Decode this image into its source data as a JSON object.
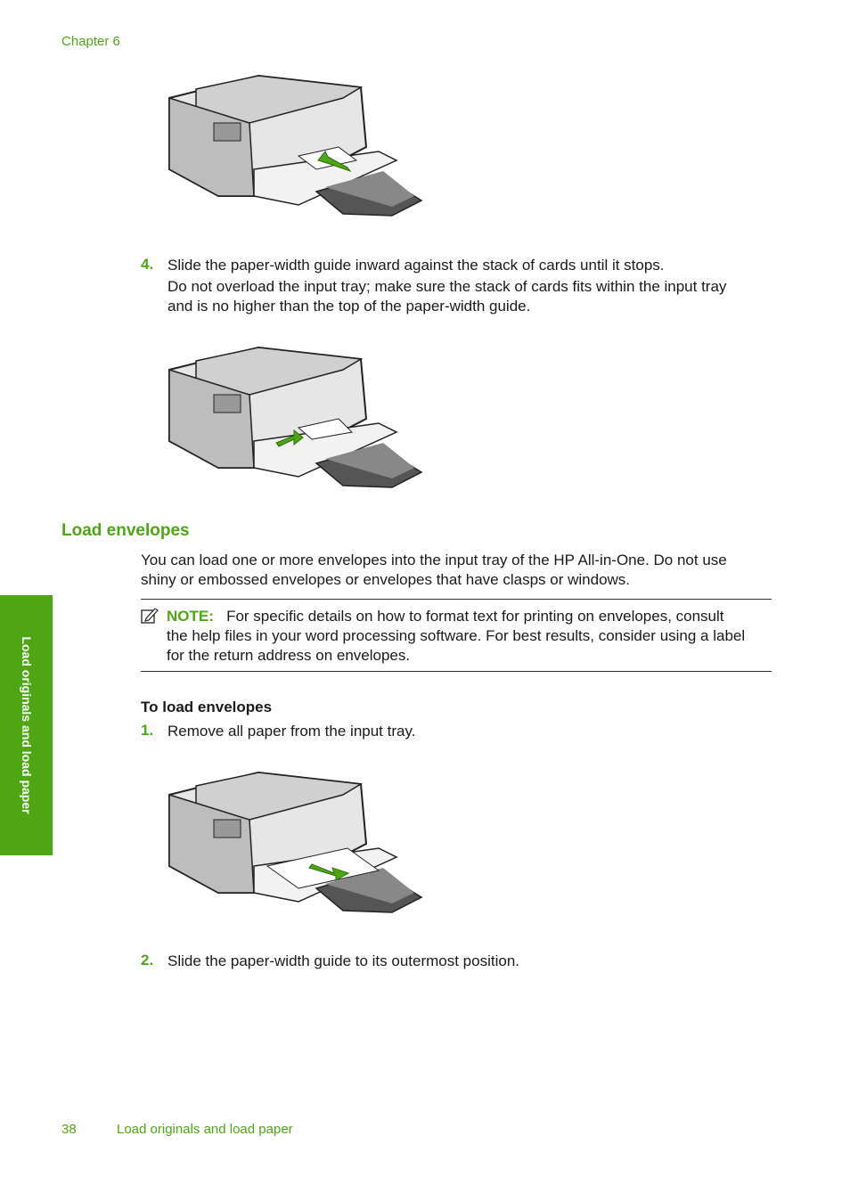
{
  "header": {
    "chapter": "Chapter 6"
  },
  "steps_top": {
    "step4": {
      "number": "4.",
      "text": "Slide the paper-width guide inward against the stack of cards until it stops.",
      "detail_line1": "Do not overload the input tray; make sure the stack of cards fits within the input tray",
      "detail_line2": "and is no higher than the top of the paper-width guide."
    }
  },
  "section": {
    "heading": "Load envelopes",
    "intro_line1": "You can load one or more envelopes into the input tray of the HP All-in-One. Do not use",
    "intro_line2": "shiny or embossed envelopes or envelopes that have clasps or windows.",
    "note": {
      "label": "NOTE:",
      "line1": "For specific details on how to format text for printing on envelopes, consult",
      "line2": "the help files in your word processing software. For best results, consider using a label",
      "line3": "for the return address on envelopes."
    },
    "procedure_title": "To load envelopes",
    "step1": {
      "number": "1.",
      "text": "Remove all paper from the input tray."
    },
    "step2": {
      "number": "2.",
      "text": "Slide the paper-width guide to its outermost position."
    }
  },
  "side_tab": {
    "label": "Load originals and load paper"
  },
  "footer": {
    "page_number": "38",
    "title": "Load originals and load paper"
  },
  "colors": {
    "accent": "#4fa615",
    "text": "#1a1a1a"
  },
  "illustrations": [
    {
      "icon": "printer-loading-cards-illustration"
    },
    {
      "icon": "printer-guide-inward-illustration"
    },
    {
      "icon": "printer-remove-paper-illustration"
    }
  ]
}
